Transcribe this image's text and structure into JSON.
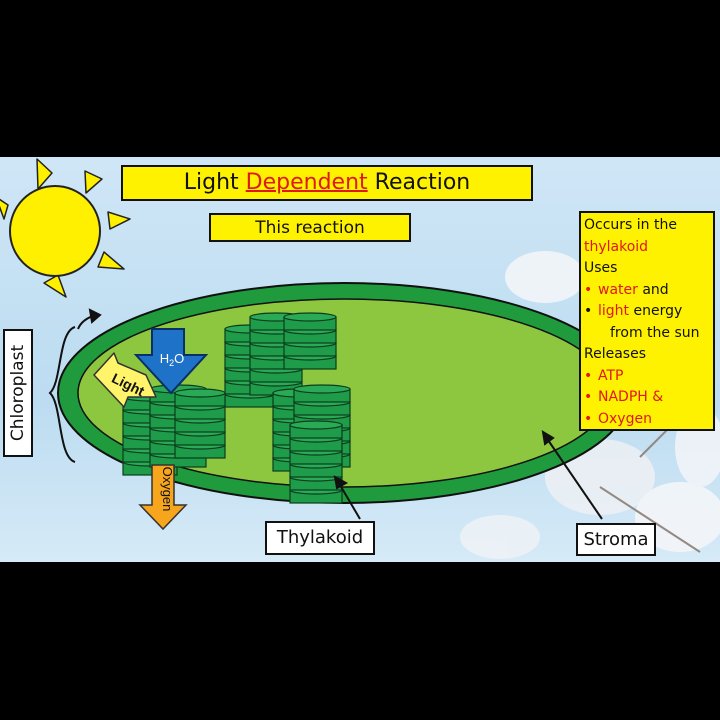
{
  "title": {
    "part1": "Light ",
    "highlight": "Dependent",
    "part2": " Reaction"
  },
  "subtitle": "This reaction",
  "info": {
    "occurs": "Occurs in the",
    "occurs_where": "thylakoid",
    "uses_label": "Uses",
    "uses_item1_red": "water",
    "uses_item1_black": " and",
    "uses_item2_red": "light",
    "uses_item2_black": " energy",
    "uses_item2_cont": "from the sun",
    "releases_label": "Releases",
    "releases_items": [
      "ATP",
      "NADPH &",
      "Oxygen"
    ]
  },
  "labels": {
    "chloroplast": "Chloroplast",
    "thylakoid": "Thylakoid",
    "stroma": "Stroma",
    "light_arrow": "Light",
    "water_arrow": "H2O",
    "oxygen_arrow": "Oxygen"
  },
  "colors": {
    "sun": "#fff000",
    "stroma": "#8dc63f",
    "membrane": "#1f9a3c",
    "thylakoid": "#1e9c4a",
    "title_box": "#fff200",
    "highlight_red": "#e01818",
    "water_arrow": "#1e73c8",
    "light_arrow": "#fff46a",
    "oxygen_arrow": "#f7a51c"
  }
}
